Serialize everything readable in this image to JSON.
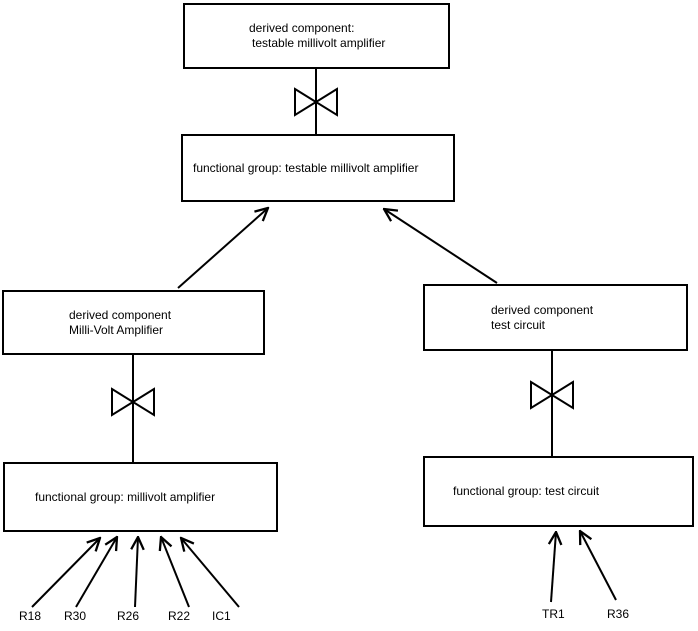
{
  "diagram": {
    "boxes": {
      "derived_testable": {
        "line1": "derived component:",
        "line2": "testable millivolt amplifier"
      },
      "fg_testable": {
        "label": "functional group: testable millivolt amplifier"
      },
      "derived_mv": {
        "line1": "derived component",
        "line2": "Milli-Volt Amplifier"
      },
      "derived_test": {
        "line1": "derived component",
        "line2": "test circuit"
      },
      "fg_mv": {
        "label": "functional group: millivolt amplifier"
      },
      "fg_test": {
        "label": "functional group: test circuit"
      }
    },
    "components": {
      "left": [
        "R18",
        "R30",
        "R26",
        "R22",
        "IC1"
      ],
      "right": [
        "TR1",
        "R36"
      ]
    },
    "colors": {
      "line": "#000000",
      "background": "#ffffff",
      "box_fill": "#ffffff"
    }
  }
}
